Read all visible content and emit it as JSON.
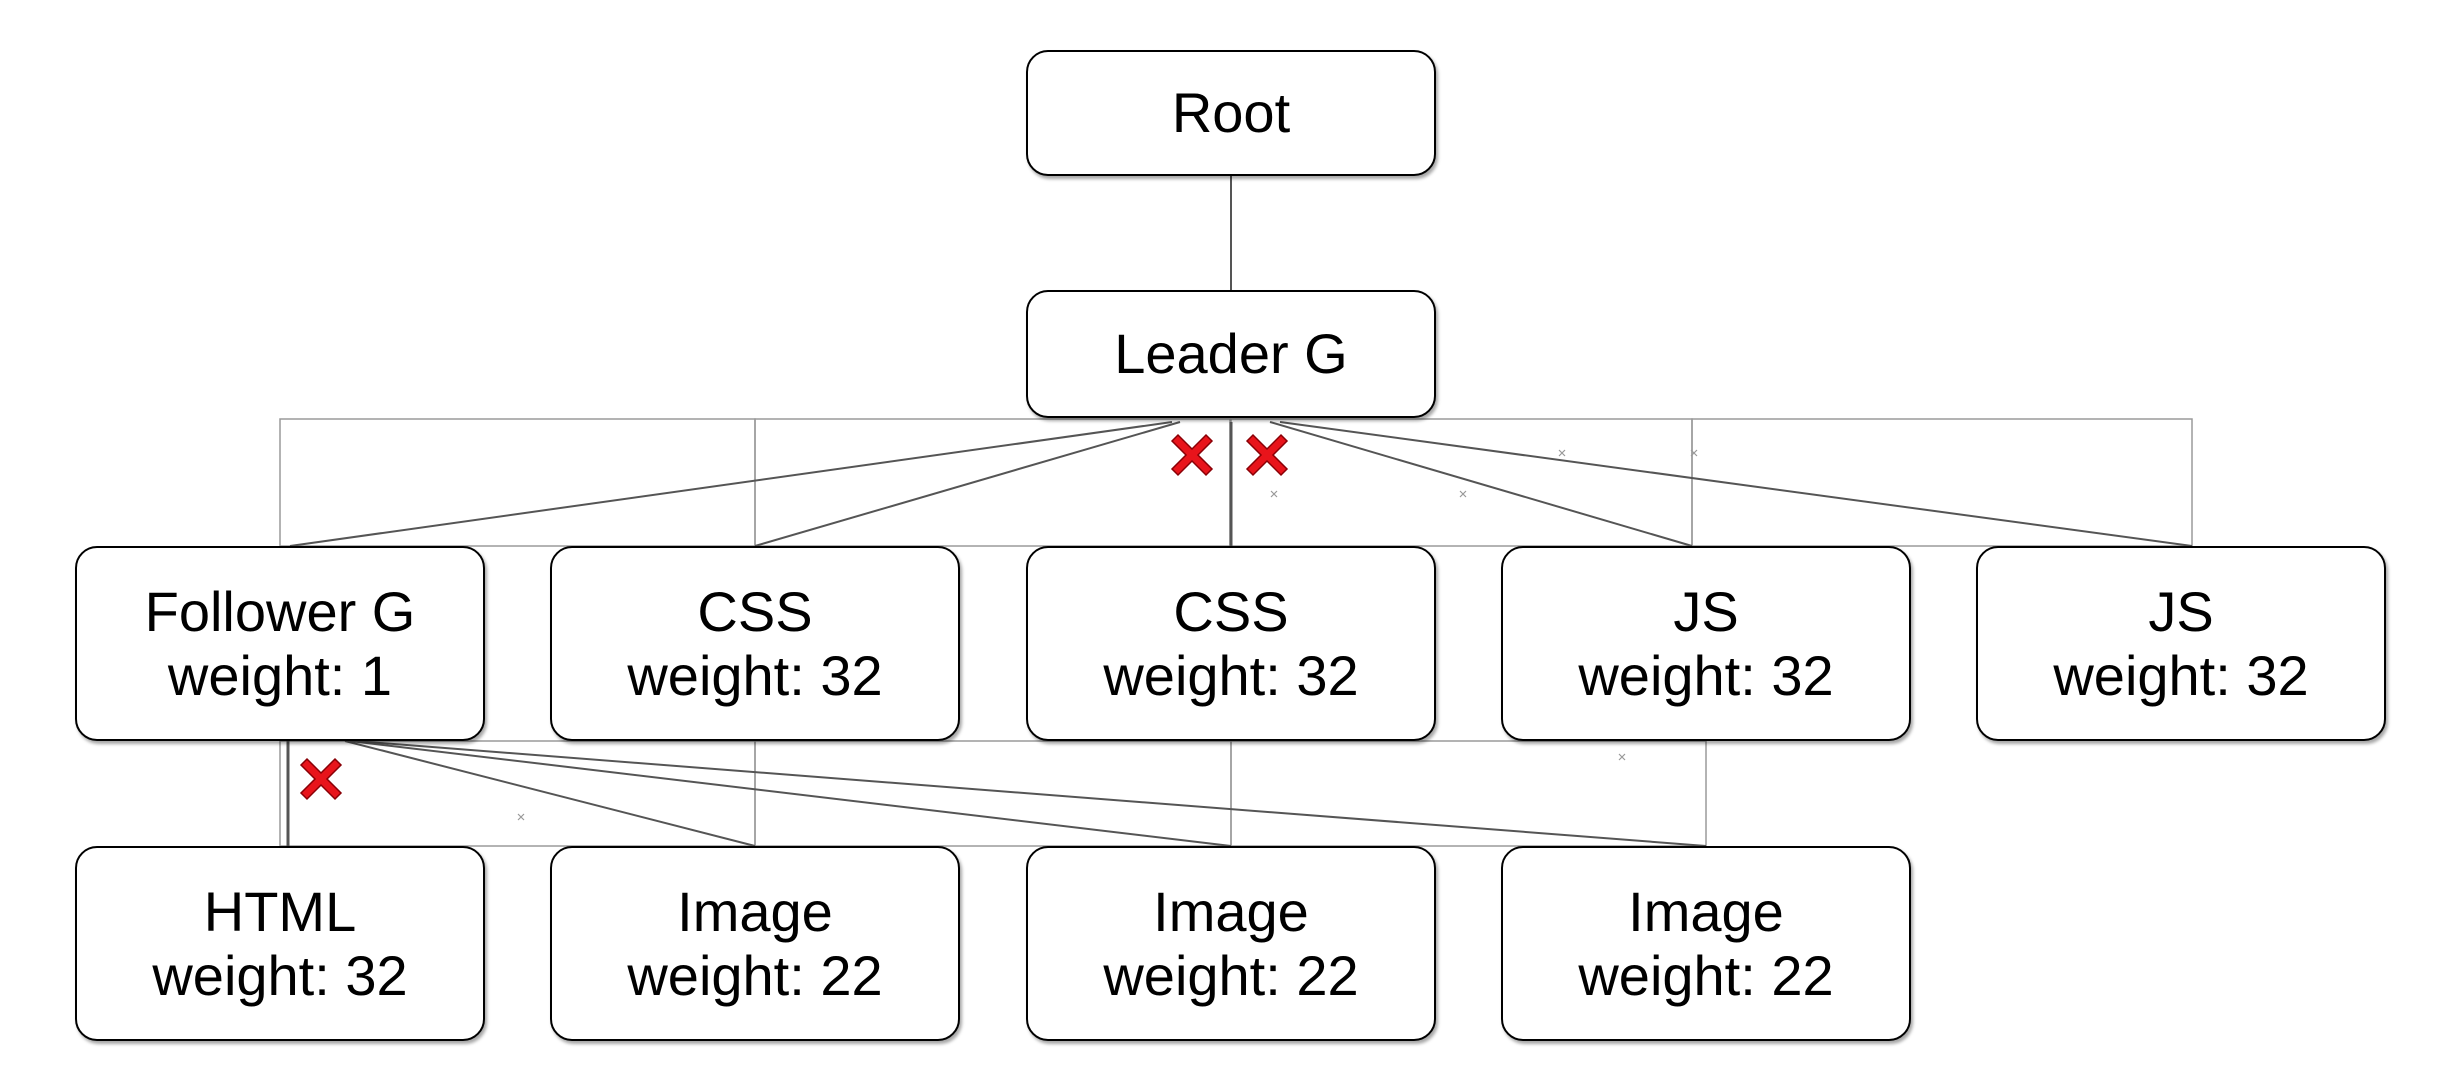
{
  "diagram": {
    "root": {
      "label": "Root"
    },
    "leader": {
      "label": "Leader G"
    },
    "level2": [
      {
        "label": "Follower G",
        "weight": "weight: 1"
      },
      {
        "label": "CSS",
        "weight": "weight: 32"
      },
      {
        "label": "CSS",
        "weight": "weight: 32"
      },
      {
        "label": "JS",
        "weight": "weight: 32"
      },
      {
        "label": "JS",
        "weight": "weight: 32"
      }
    ],
    "level3": [
      {
        "label": "HTML",
        "weight": "weight: 32"
      },
      {
        "label": "Image",
        "weight": "weight: 22"
      },
      {
        "label": "Image",
        "weight": "weight: 22"
      },
      {
        "label": "Image",
        "weight": "weight: 22"
      }
    ],
    "removed_marker_color": "#e8141b",
    "removed_markers_count": 3
  }
}
